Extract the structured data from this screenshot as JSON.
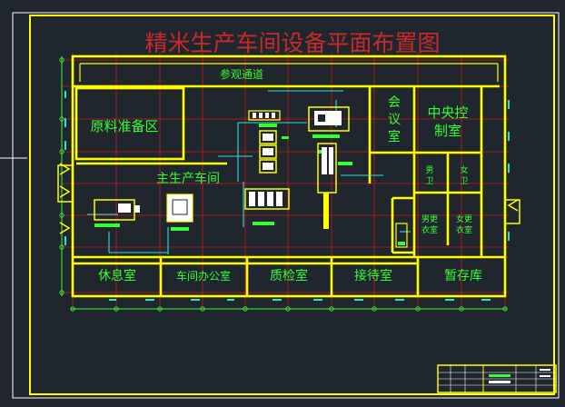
{
  "title": "精米生产车间设备平面布置图",
  "rooms": {
    "corridor": "参观通道",
    "raw_material": "原料准备区",
    "main_workshop": "主生产车间",
    "meeting_1": "会",
    "meeting_2": "议",
    "meeting_3": "室",
    "control_1": "中央控",
    "control_2": "制室",
    "men_wc_1": "男",
    "men_wc_2": "卫",
    "women_wc_1": "女",
    "women_wc_2": "卫",
    "men_locker_1": "男更",
    "men_locker_2": "衣室",
    "women_locker_1": "女更",
    "women_locker_2": "衣室",
    "lounge": "休息室",
    "workshop_office": "车间办公室",
    "qc": "质检室",
    "reception": "接待室",
    "storage": "暂存库"
  },
  "colors": {
    "background": "#1f262d",
    "wall": "#ffff00",
    "grid": "#d01818",
    "title": "#c82a2a",
    "text": "#33ff33",
    "pipe": "#33dddd",
    "equipment_fill": "#ffffff",
    "frame": "#ffffff"
  }
}
